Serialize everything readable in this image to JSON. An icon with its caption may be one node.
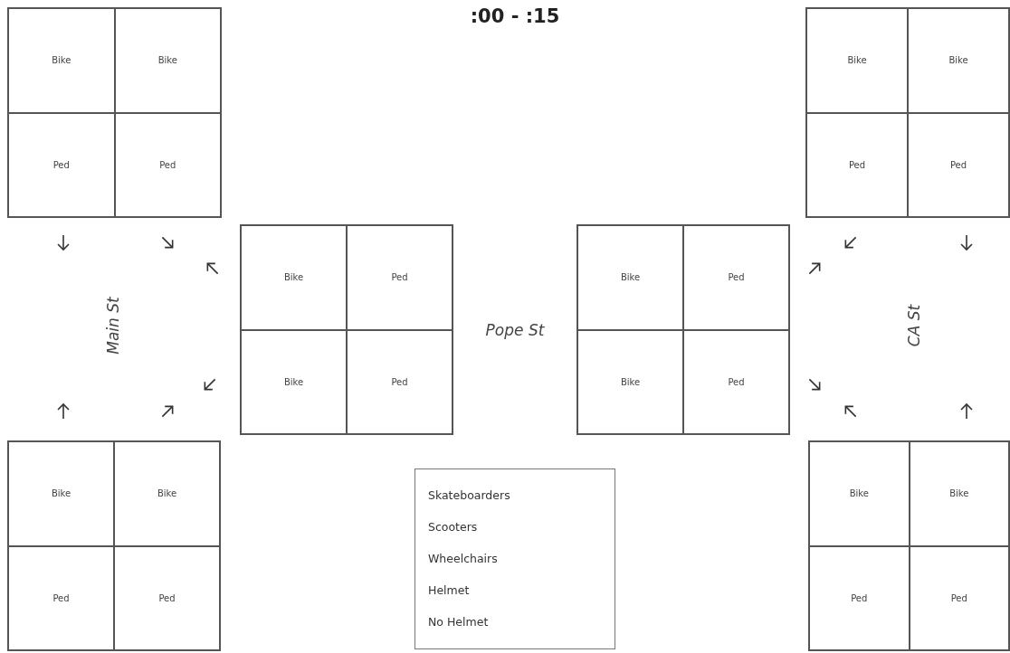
{
  "diagram": {
    "title": ":00 - :15",
    "nodes": [
      {
        "text": [],
        "shape": "box"
      },
      {
        "text": [
          "Bike"
        ],
        "in": 0
      },
      {
        "text": [
          "Bike"
        ],
        "in": 0
      },
      {
        "text": [
          "Ped"
        ],
        "in": 0
      },
      {
        "text": [
          "Ped"
        ],
        "in": 0
      },
      {
        "text": [],
        "shape": "box"
      },
      {
        "text": [
          "Bike"
        ],
        "in": 5
      },
      {
        "text": [
          "Bike"
        ],
        "in": 5
      },
      {
        "text": [
          "Ped"
        ],
        "in": 5
      },
      {
        "text": [
          "Ped"
        ],
        "in": 5
      },
      {
        "text": [],
        "shape": "box"
      },
      {
        "text": [
          "Bike"
        ],
        "in": 10
      },
      {
        "text": [
          "Ped"
        ],
        "in": 10
      },
      {
        "text": [
          "Bike"
        ],
        "in": 10
      },
      {
        "text": [
          "Ped"
        ],
        "in": 10
      },
      {
        "text": [],
        "shape": "box"
      },
      {
        "text": [
          "Bike"
        ],
        "in": 15
      },
      {
        "text": [
          "Ped"
        ],
        "in": 15
      },
      {
        "text": [
          "Bike"
        ],
        "in": 15
      },
      {
        "text": [
          "Ped"
        ],
        "in": 15
      },
      {
        "text": [],
        "shape": "box"
      },
      {
        "text": [
          "Bike"
        ],
        "in": 20
      },
      {
        "text": [
          "Bike"
        ],
        "in": 20
      },
      {
        "text": [
          "Ped"
        ],
        "in": 20
      },
      {
        "text": [
          "Ped"
        ],
        "in": 20
      },
      {
        "text": [],
        "shape": "box"
      },
      {
        "text": [
          "Bike"
        ],
        "in": 25
      },
      {
        "text": [
          "Bike"
        ],
        "in": 25
      },
      {
        "text": [
          "Ped"
        ],
        "in": 25
      },
      {
        "text": [
          "Ped"
        ],
        "in": 25
      },
      {
        "text": [
          "Skateboarders",
          "Scooters",
          "Wheelchairs",
          "Helmet",
          "No Helmet"
        ]
      }
    ],
    "labels": [
      "Main St",
      "Pope St",
      "CA St"
    ]
  }
}
